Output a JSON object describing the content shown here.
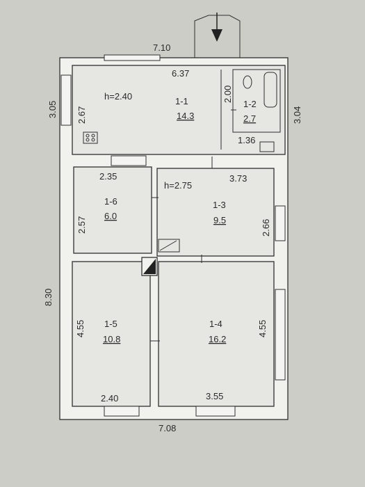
{
  "plan": {
    "heights": {
      "upper": "h=2.40",
      "lower": "h=2.75"
    },
    "outer": {
      "top": "7.10",
      "bottom": "7.08",
      "left_top": "3.05",
      "left_bottom": "8.30",
      "right_top": "3.04"
    },
    "rooms": [
      {
        "id": "1-1",
        "area": "14.3",
        "w": "6.37",
        "h": "2.67"
      },
      {
        "id": "1-2",
        "area": "2.7",
        "w": "1.36",
        "h": "2.00"
      },
      {
        "id": "1-3",
        "area": "9.5",
        "w": "3.73",
        "h": "2.66"
      },
      {
        "id": "1-4",
        "area": "16.2",
        "w": "3.55",
        "h": "4.55"
      },
      {
        "id": "1-5",
        "area": "10.8",
        "w": "2.40",
        "h": "4.55"
      },
      {
        "id": "1-6",
        "area": "6.0",
        "w": "2.35",
        "h": "2.57"
      }
    ]
  }
}
